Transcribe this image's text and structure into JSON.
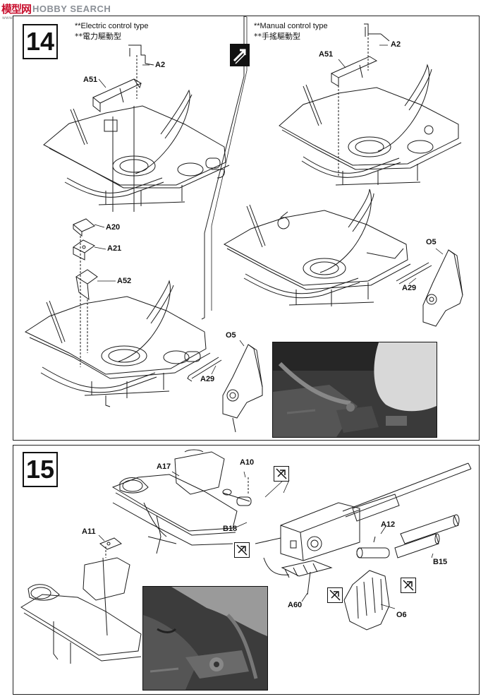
{
  "watermark": {
    "site_cn": "模型网",
    "site_en": "HOBBY SEARCH",
    "url": "www.hobbyshop.com"
  },
  "step14": {
    "number": "14",
    "electric_title": "**Electric control type",
    "electric_title_cn": "**電力驅動型",
    "manual_title": "**Manual control type",
    "manual_title_cn": "**手搖驅動型",
    "labels": {
      "e_a51": "A51",
      "e_a2": "A2",
      "e_a20": "A20",
      "e_a21": "A21",
      "e_a52": "A52",
      "e_o5": "O5",
      "e_a29": "A29",
      "m_a2": "A2",
      "m_a51": "A51",
      "m_o5": "O5",
      "m_a29": "A29"
    }
  },
  "step15": {
    "number": "15",
    "labels": {
      "a17": "A17",
      "a10": "A10",
      "a11": "A11",
      "b18": "B18",
      "a12": "A12",
      "b15": "B15",
      "a60": "A60",
      "o6": "O6"
    }
  },
  "colors": {
    "line": "#1a1a1a",
    "frame": "#222222",
    "photo_dark": "#2e2e2e",
    "photo_light": "#d9d9d9",
    "watermark_red": "#c8102e"
  }
}
